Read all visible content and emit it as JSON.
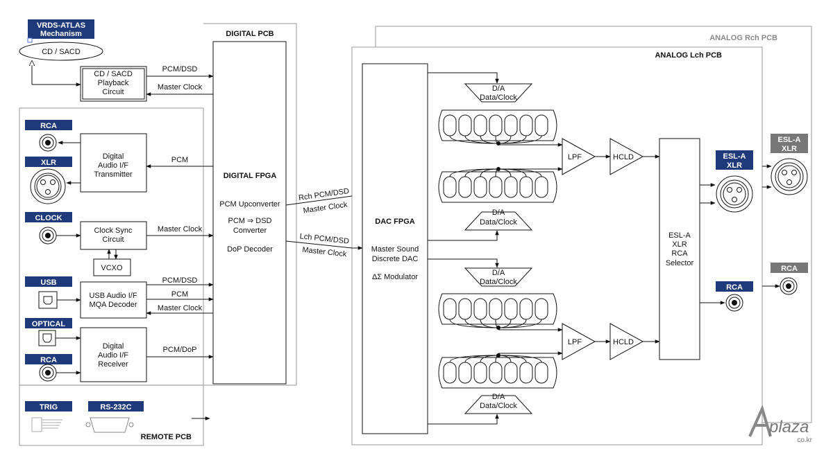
{
  "badge_color": "#1f3a7a",
  "grey_badge_color": "#777777",
  "top": {
    "mech_badge": [
      "VRDS-ATLAS",
      "Mechanism"
    ],
    "disc": "CD / SACD",
    "playback": [
      "CD / SACD",
      "Playback",
      "Circuit"
    ],
    "pcm_dsd": "PCM/DSD",
    "master_clock": "Master Clock"
  },
  "digital_pcb": {
    "title": "DIGITAL PCB",
    "fpga_title": "DIGITAL FPGA",
    "fpga_lines": [
      "PCM Upconverter",
      "PCM ⇒ DSD",
      "Converter",
      "DoP Decoder"
    ]
  },
  "inputs": {
    "rca_badge": "RCA",
    "xlr_badge": "XLR",
    "clock_badge": "CLOCK",
    "usb_badge": "USB",
    "optical_badge": "OPTICAL",
    "rca2_badge": "RCA",
    "transmitter": [
      "Digital",
      "Audio I/F",
      "Transmitter"
    ],
    "pcm": "PCM",
    "clock_sync": [
      "Clock Sync",
      "Circuit"
    ],
    "master_clock": "Master Clock",
    "vcxo": "VCXO",
    "usb_if": [
      "USB Audio I/F",
      "MQA Decoder"
    ],
    "usb_pcm_dsd": "PCM/DSD",
    "usb_pcm": "PCM",
    "usb_master_clock": "Master Clock",
    "receiver": [
      "Digital",
      "Audio I/F",
      "Receiver"
    ],
    "pcm_dop": "PCM/DoP"
  },
  "remote": {
    "title": "REMOTE PCB",
    "trig_badge": "TRIG",
    "rs232_badge": "RS-232C"
  },
  "links": {
    "rch_pcm_dsd": "Rch PCM/DSD",
    "rch_master_clock": "Master Clock",
    "lch_pcm_dsd": "Lch PCM/DSD",
    "lch_master_clock": "Master Clock"
  },
  "analog": {
    "rch_title": "ANALOG Rch PCB",
    "lch_title": "ANALOG Lch PCB",
    "dac_title": "DAC FPGA",
    "dac_lines": [
      "Master Sound",
      "Discrete DAC"
    ],
    "dac_mod": "ΔΣ Modulator",
    "da_label": [
      "D/A",
      "Data/Clock"
    ],
    "lpf": "LPF",
    "hcld": "HCLD",
    "selector": [
      "ESL-A",
      "XLR",
      "RCA",
      "Selector"
    ],
    "esl_badge": [
      "ESL-A",
      "XLR"
    ],
    "rca_badge": "RCA"
  },
  "out_rch": {
    "esl_badge": [
      "ESL-A",
      "XLR"
    ],
    "rca_badge": "RCA"
  },
  "watermark": {
    "main": "plaza",
    "sub": "co.kr"
  }
}
